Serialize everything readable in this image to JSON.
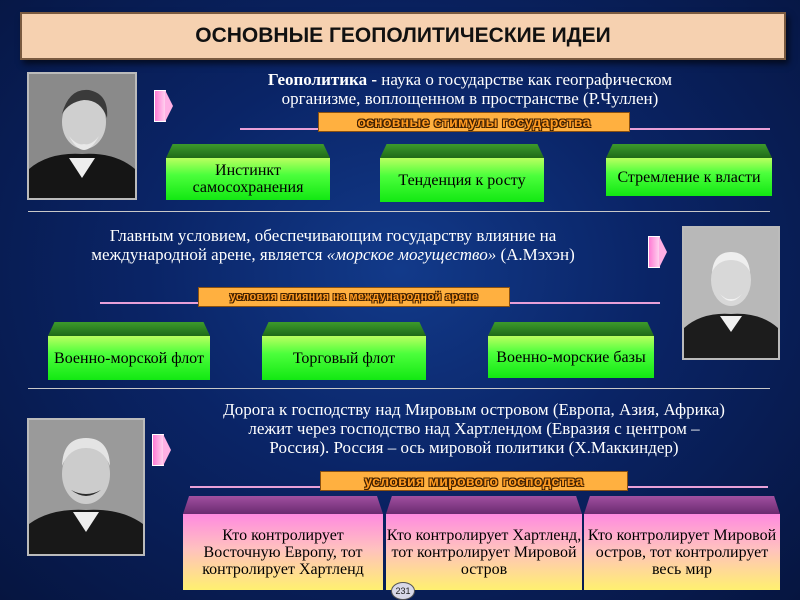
{
  "title": "ОСНОВНЫЕ ГЕОПОЛИТИЧЕСКИЕ ИДЕИ",
  "section1": {
    "term": "Геополитика -",
    "definition_line1_rest": " наука о государстве как географическом",
    "definition_line2": "организме, воплощенном в пространстве (Р.Чуллен)",
    "label": "основные стимулы государства",
    "boxes": [
      "Инстинкт самосохранения",
      "Тенденция к росту",
      "Стремление к власти"
    ]
  },
  "section2": {
    "line1": "Главным условием, обеспечивающим государству влияние на",
    "line2_before": "международной арене, является ",
    "line2_italic": "«морское могущество»",
    "line2_after": " (А.Мэхэн)",
    "label": "условия влияния на международной арене",
    "boxes": [
      "Военно-морской флот",
      "Торговый флот",
      "Военно-морские базы"
    ]
  },
  "section3": {
    "line1": "Дорога к господству над Мировым островом (Европа, Азия, Африка)",
    "line2": "лежит через господство над Хартлендом (Евразия с центром –",
    "line3": "Россия). Россия – ось мировой политики (Х.Маккиндер)",
    "label": "условия мирового господства",
    "boxes": [
      "Кто контролирует Восточную Европу, тот контролирует Хартленд",
      "Кто контролирует Хартленд, тот контролирует Мировой остров",
      "Кто контролирует Мировой остров, тот контролирует весь мир"
    ]
  },
  "page_number": "231"
}
